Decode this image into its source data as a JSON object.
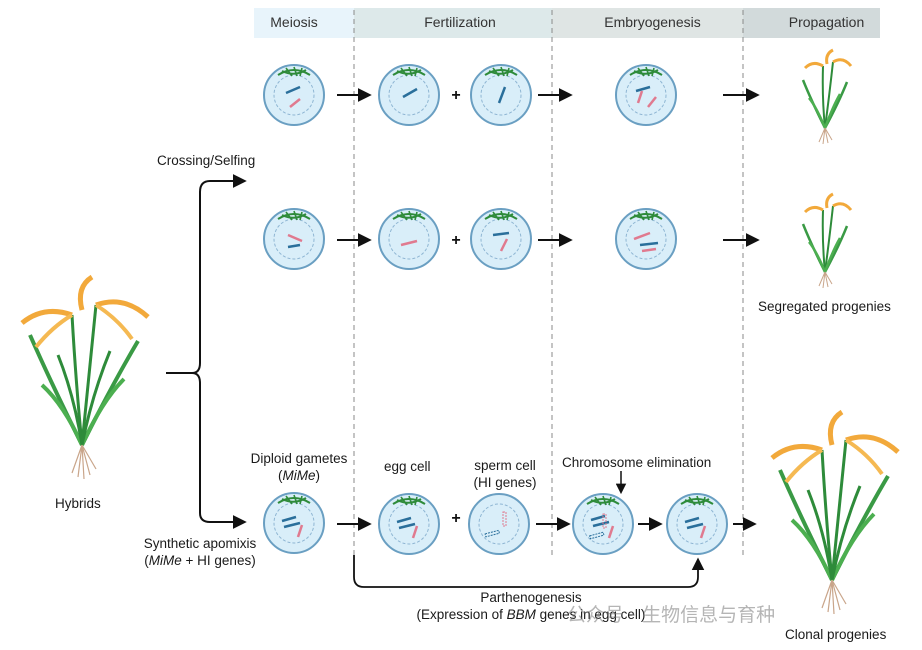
{
  "stages": [
    "Meiosis",
    "Fertilization",
    "Embryogenesis",
    "Propagation"
  ],
  "labels": {
    "crossing_selfing": "Crossing/Selfing",
    "hybrids": "Hybrids",
    "segregated_progenies": "Segregated progenies",
    "clonal_progenies": "Clonal progenies",
    "diploid_gametes": "Diploid gametes",
    "mime_short": "MiMe",
    "egg_cell": "egg cell",
    "sperm_cell": "sperm cell",
    "hi_genes": "(HI genes)",
    "chromosome_elimination": "Chromosome elimination",
    "synthetic_apomixis": "Synthetic apomixis",
    "synthetic_apomixis_detail_italic": "MiMe",
    "synthetic_apomixis_detail_rest": " + HI genes)",
    "parthenogenesis": "Parthenogenesis",
    "expression_prefix": "(Expression of ",
    "expression_gene": "BBM",
    "expression_suffix": " genes in egg cell)",
    "plus": "+"
  },
  "watermark": "公众号 · 生物信息与育种",
  "colors": {
    "stage_bg": [
      "#e8f4fb",
      "#dde9ea",
      "#dfe5e4",
      "#d2dadb"
    ],
    "cell_fill": "#d9eef9",
    "cell_stroke": "#6a9fc2",
    "blue_chrom": "#2a6f9b",
    "pink_chrom": "#e07a8f",
    "leaf_green": "#2e8b3a",
    "grain_orange": "#f2a93b"
  }
}
